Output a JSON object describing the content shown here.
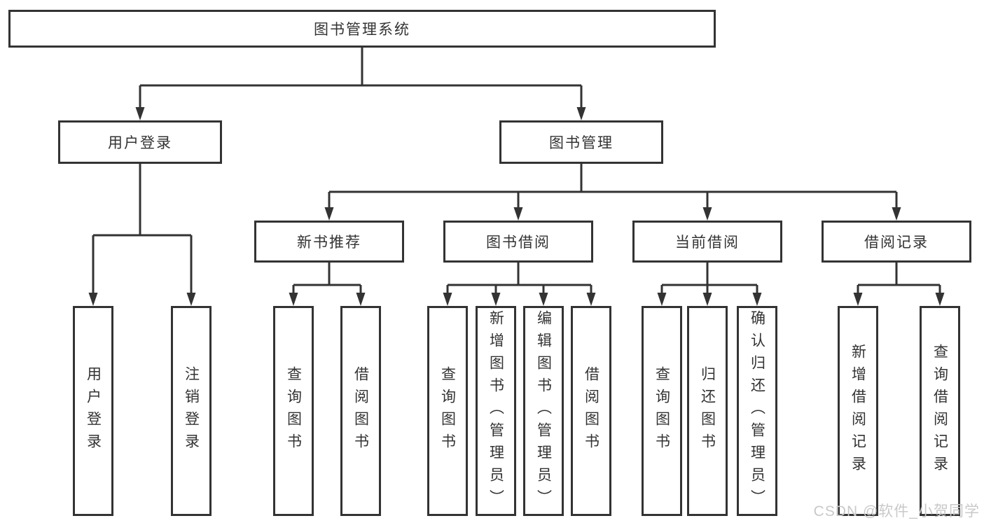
{
  "diagram": {
    "root": {
      "label": "图书管理系统"
    },
    "level2": [
      {
        "id": "user-login-group",
        "label": "用户登录"
      },
      {
        "id": "book-management",
        "label": "图书管理"
      }
    ],
    "level3": [
      {
        "id": "new-book-recommend",
        "label": "新书推荐"
      },
      {
        "id": "book-borrow",
        "label": "图书借阅"
      },
      {
        "id": "current-borrow",
        "label": "当前借阅"
      },
      {
        "id": "borrow-records",
        "label": "借阅记录"
      }
    ],
    "leaves": [
      {
        "id": "user-login",
        "label": "用户登录"
      },
      {
        "id": "logout",
        "label": "注销登录"
      },
      {
        "id": "query-books-1",
        "label": "查询图书"
      },
      {
        "id": "borrow-book-1",
        "label": "借阅图书"
      },
      {
        "id": "query-books-2",
        "label": "查询图书"
      },
      {
        "id": "add-book-admin",
        "label": "新增图书（管理员）"
      },
      {
        "id": "edit-book-admin",
        "label": "编辑图书（管理员）"
      },
      {
        "id": "borrow-book-2",
        "label": "借阅图书"
      },
      {
        "id": "query-books-3",
        "label": "查询图书"
      },
      {
        "id": "return-book",
        "label": "归还图书"
      },
      {
        "id": "confirm-return-admin",
        "label": "确认归还（管理员）"
      },
      {
        "id": "add-borrow-record",
        "label": "新增借阅记录"
      },
      {
        "id": "query-borrow-record",
        "label": "查询借阅记录"
      }
    ],
    "watermark": "CSDN @软件_小贺同学",
    "colors": {
      "line": "#333333",
      "box_border": "#333333",
      "text": "#333333",
      "watermark": "#c9c9c9",
      "background": "#ffffff"
    }
  }
}
